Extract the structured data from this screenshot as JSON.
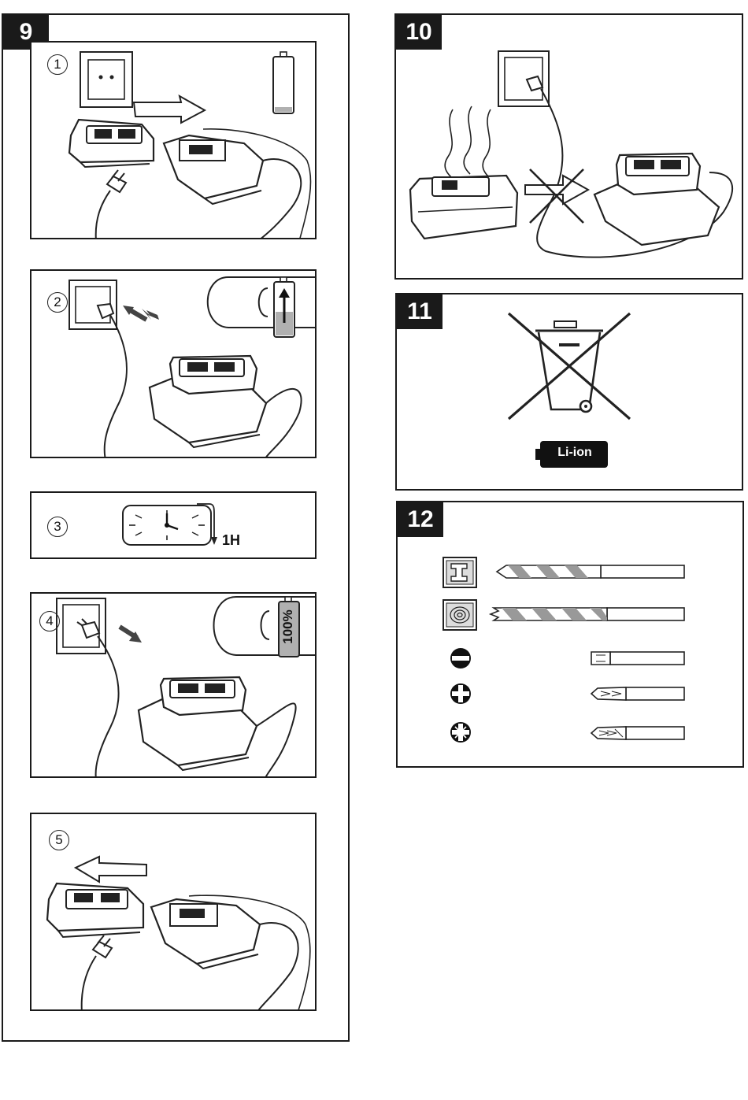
{
  "figures": {
    "fig9": {
      "number": "9"
    },
    "fig10": {
      "number": "10"
    },
    "fig11": {
      "number": "11"
    },
    "fig12": {
      "number": "12"
    }
  },
  "steps": [
    "1",
    "2",
    "3",
    "4",
    "5"
  ],
  "step3": {
    "duration": "1H"
  },
  "step4": {
    "charge_label": "100%"
  },
  "fig11_badge": "Li-ion",
  "colors": {
    "ink": "#1a1a1a",
    "battery_fill": "#b0b0b0",
    "drill_stripe": "#999999"
  },
  "icons": {
    "step1": [
      "wall-socket-icon",
      "right-arrow-icon",
      "empty-battery-icon",
      "battery-pack-icon",
      "charger-icon",
      "plug-icon"
    ],
    "step2": [
      "plug-in-icon",
      "charging-battery-icon",
      "charger-with-battery-icon"
    ],
    "step3": [
      "clock-icon"
    ],
    "step4": [
      "unplug-icon",
      "full-battery-icon",
      "charger-with-battery-icon"
    ],
    "step5": [
      "left-arrow-icon",
      "battery-pack-icon",
      "charger-icon",
      "plug-icon"
    ],
    "fig10": [
      "no-hot-battery-icon"
    ],
    "fig11": [
      "crossed-out-bin-icon"
    ],
    "fig12": [
      "metal-icon",
      "wood-icon",
      "slotted-screw-icon",
      "phillips-screw-icon",
      "pozidriv-screw-icon"
    ]
  }
}
